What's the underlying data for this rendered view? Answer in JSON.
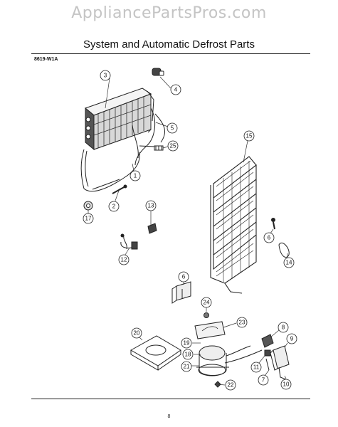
{
  "watermark": "AppliancePartsPros.com",
  "title": "System and Automatic Defrost Parts",
  "diagram_code": "8619-W1A",
  "page_number": "8",
  "callouts": [
    "1",
    "2",
    "3",
    "4",
    "5",
    "6",
    "6",
    "7",
    "8",
    "9",
    "10",
    "11",
    "12",
    "13",
    "14",
    "15",
    "17",
    "18",
    "19",
    "20",
    "21",
    "22",
    "23",
    "24",
    "25"
  ]
}
